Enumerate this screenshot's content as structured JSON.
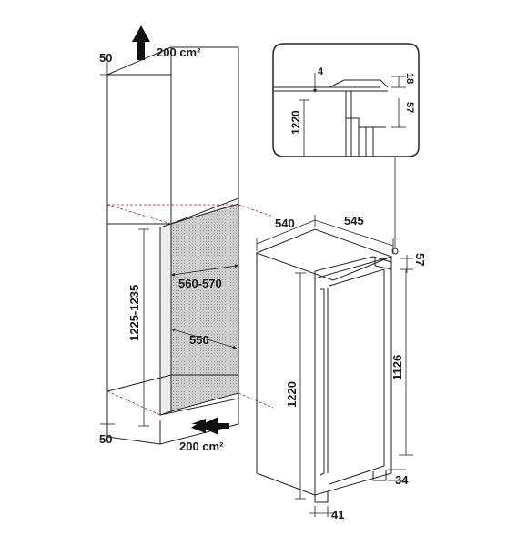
{
  "labels": {
    "top_vent": "200 cm²",
    "bottom_vent": "200 cm²",
    "cab_top_gap": "50",
    "cab_bottom_gap": "50",
    "niche_height": "1225-1235",
    "niche_width": "560-570",
    "niche_depth": "550",
    "fridge_depth": "540",
    "fridge_width": "545",
    "fridge_top_step": "57",
    "fridge_height": "1220",
    "fridge_door_height": "1126",
    "fridge_foot": "34",
    "fridge_foot_depth": "41",
    "detail_gap": "4",
    "detail_top": "18",
    "detail_height": "1220",
    "detail_step": "57"
  },
  "colors": {
    "line": "#222222",
    "niche_fill": "#c9c9c9",
    "dash": "#8a2b2b"
  }
}
